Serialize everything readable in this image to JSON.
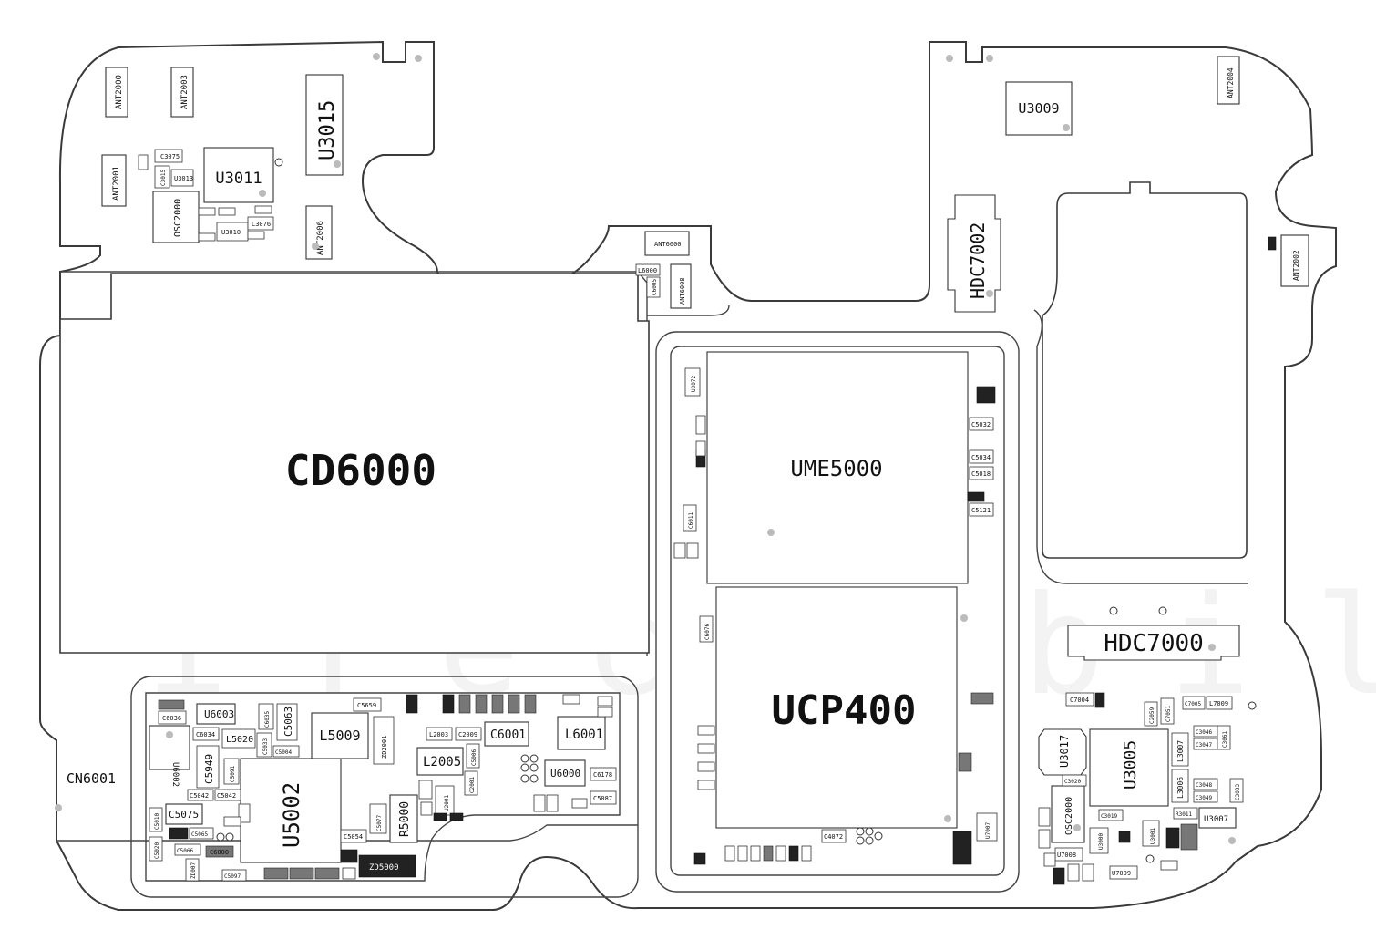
{
  "board": {
    "large_labels": {
      "cd6000": "CD6000",
      "ume5000": "UME5000",
      "ucp400": "UCP400",
      "hdc7000": "HDC7000",
      "hdc7002": "HDC7002",
      "u3015": "U3015",
      "u3009": "U3009",
      "u3011": "U3011",
      "u5002": "U5002",
      "u3005": "U3005",
      "cn6001": "CN6001"
    },
    "medium_labels": {
      "l5009": "L5009",
      "l6001": "L6001",
      "l2005": "L2005",
      "c6001": "C6001",
      "u6000": "U6000",
      "r5000": "R5000",
      "c5949": "C5949",
      "c5075": "C5075",
      "c5063": "C5063",
      "u6003": "U6003",
      "l5020": "L5020",
      "u3017": "U3017",
      "u3007": "U3007",
      "osc2000_top": "OSC2000",
      "osc2000_bottom": "OSC2000"
    },
    "small_labels": {
      "ant2000": "ANT2000",
      "ant2003": "ANT2003",
      "ant2001": "ANT2001",
      "ant2006": "ANT2006",
      "ant2004": "ANT2004",
      "ant2002": "ANT2002",
      "ant6000": "ANT6000",
      "ant6008": "ANT6008",
      "l6000": "L6000",
      "c6005": "C6005",
      "c3075": "C3075",
      "c3076": "C3076",
      "u3013": "U3013",
      "u3010": "U3010",
      "c3015": "C3015",
      "u3072": "U3072",
      "c6011": "C6011",
      "c6076": "C6076",
      "c5032": "C5032",
      "c5034": "C5034",
      "c5018": "C5018",
      "c5121": "C5121",
      "c4072": "C4072",
      "u7007": "U7007",
      "c5659": "C5659",
      "c6036": "C6036",
      "c6034": "C6034",
      "c6035": "C6035",
      "c5033": "C5033",
      "c5004": "C5004",
      "zd2001": "ZD2001",
      "c5091": "C5091",
      "c5042a": "C5042",
      "c5042b": "C5042",
      "c5054": "C5054",
      "c5077": "C5077",
      "zd5000": "ZD5000",
      "l2003": "L2003",
      "c2009": "C2009",
      "c5006": "C5006",
      "c2001": "C2001",
      "u2001": "U2001",
      "c6178": "C6178",
      "c5087": "C5087",
      "u6002": "U6002",
      "c5065": "C5065",
      "c5066": "C5066",
      "c5097": "C5097",
      "c6000": "C6000",
      "c5010": "C5010",
      "c5020": "C5020",
      "zd007": "ZD007",
      "c7004": "C7004",
      "c7005": "C7005",
      "l7009": "L7009",
      "c2059": "C2059",
      "c7051": "C7051",
      "l3007": "L3007",
      "l3006": "L3006",
      "c3046": "C3046",
      "c3047": "C3047",
      "c3048": "C3048",
      "c3049": "C3049",
      "c3020": "C3020",
      "c3019": "C3019",
      "r3011": "R3011",
      "u3000": "U3000",
      "u7008": "U7008",
      "u7009": "U7009",
      "u3001": "U3001",
      "c3003": "C3003",
      "c3061": "C3061"
    },
    "watermark": "iTecnobile"
  }
}
